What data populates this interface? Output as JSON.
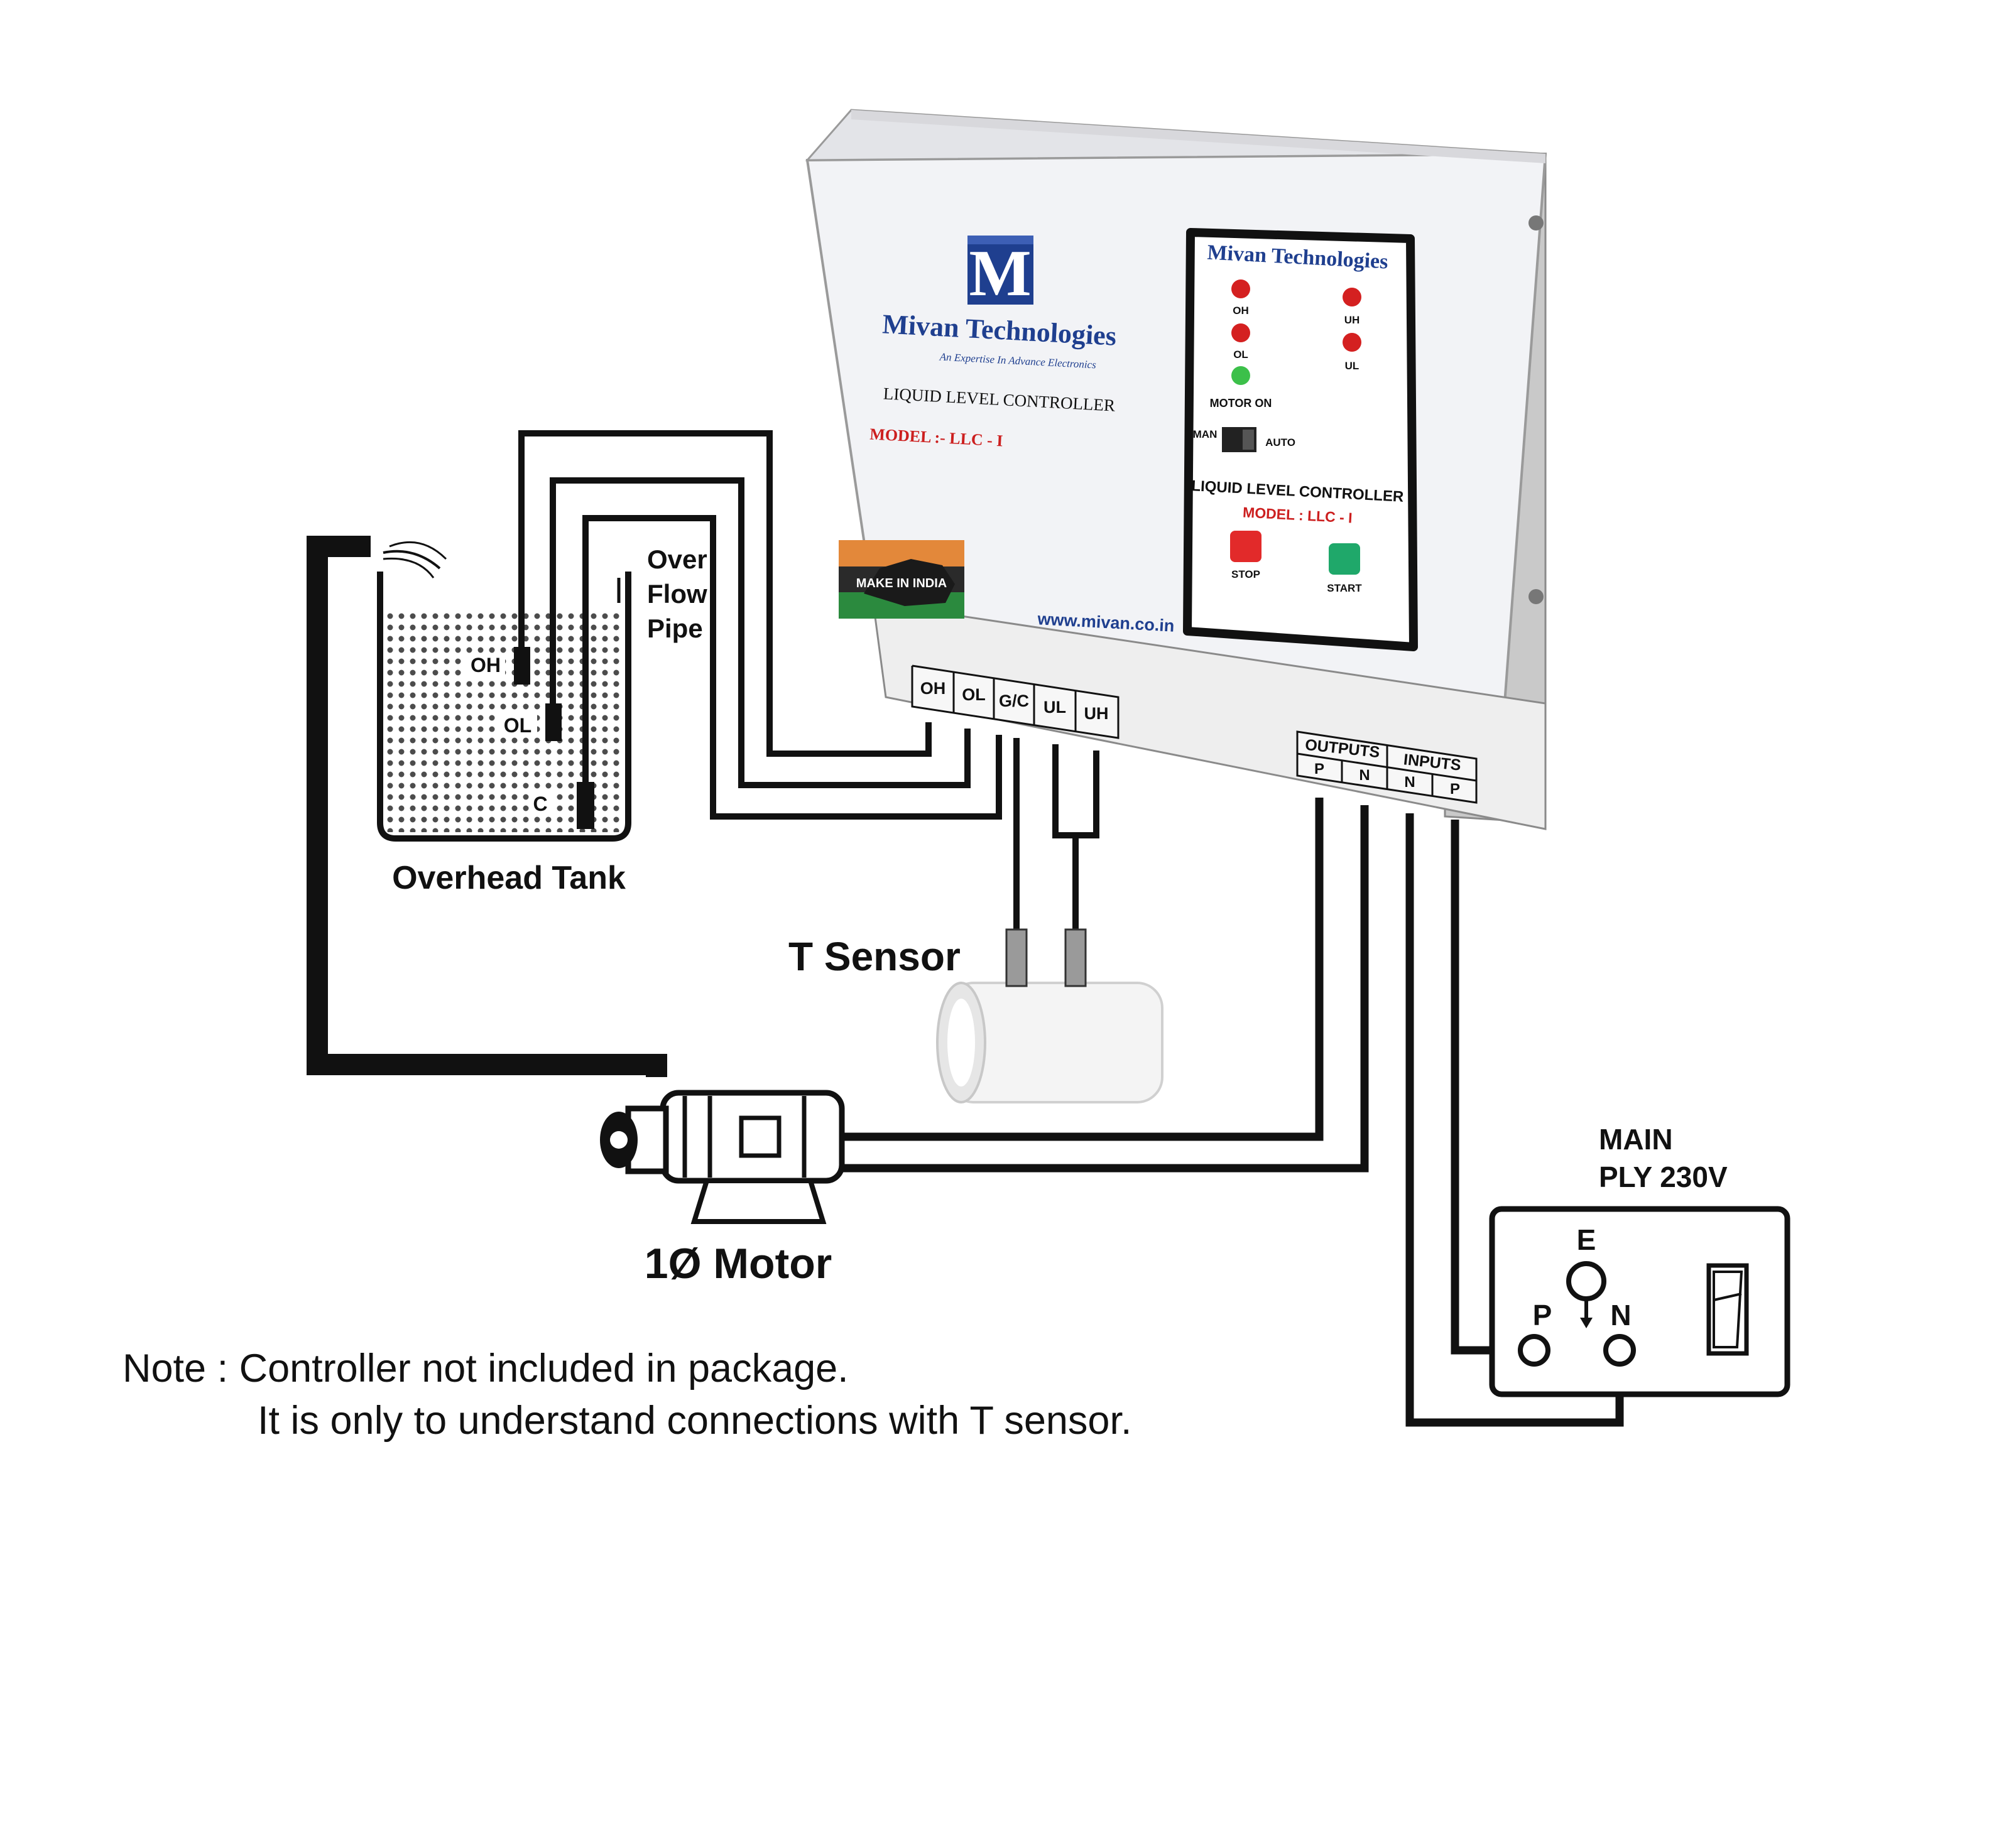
{
  "controller": {
    "brand": "Mivan Technologies",
    "tagline": "An Expertise In Advance Electronics",
    "title": "LIQUID LEVEL CONTROLLER",
    "model": "MODEL :- LLC - I",
    "website": "www.mivan.co.in",
    "badge": "MAKE IN INDIA",
    "panel": {
      "brand": "Mivan Technologies",
      "led_oh": "OH",
      "led_uh": "UH",
      "led_ol": "OL",
      "led_ul": "UL",
      "led_motor": "MOTOR ON",
      "switch_man": "MAN",
      "switch_auto": "AUTO",
      "title": "LIQUID LEVEL CONTROLLER",
      "model": "MODEL : LLC - I",
      "stop": "STOP",
      "start": "START"
    },
    "terminals": [
      "OH",
      "OL",
      "G/C",
      "UL",
      "UH"
    ],
    "outputs_label": "OUTPUTS",
    "inputs_label": "INPUTS",
    "outputs": [
      "P",
      "N"
    ],
    "inputs": [
      "N",
      "P"
    ]
  },
  "tank": {
    "label": "Overhead Tank",
    "sensors": [
      "OH",
      "OL",
      "C"
    ],
    "overflow": [
      "Over",
      "Flow",
      "Pipe"
    ]
  },
  "t_sensor_label": "T Sensor",
  "motor_label": "1Ø Motor",
  "supply": {
    "line1": "MAIN",
    "line2": "PLY 230V",
    "earth": "E",
    "phase": "P",
    "neutral": "N"
  },
  "note": {
    "line1": "Note : Controller not included in package.",
    "line2": "It is only to understand connections with T sensor."
  },
  "colors": {
    "brand_blue": "#1f3f8f",
    "model_red": "#cc1f1f",
    "led_red": "#d42020",
    "led_green": "#3cc04a",
    "stop_red": "#e22a2a",
    "start_green": "#1fa86a"
  }
}
